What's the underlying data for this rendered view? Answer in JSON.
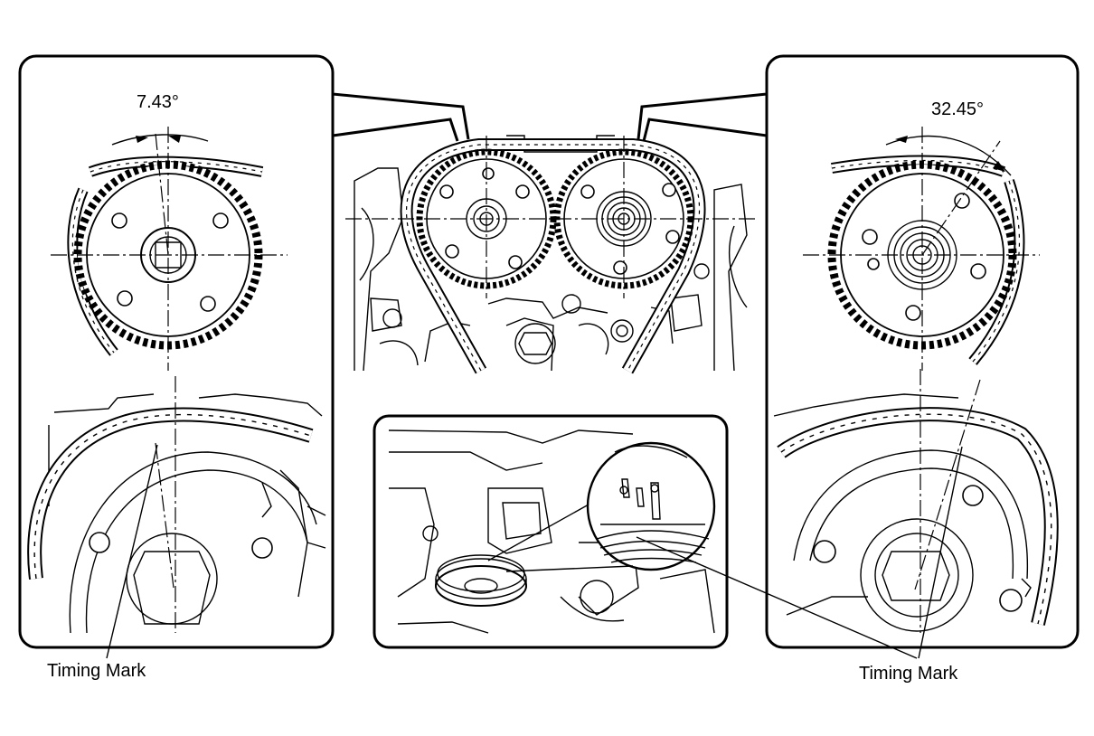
{
  "angles": {
    "left": "7.43°",
    "right": "32.45°"
  },
  "labels": {
    "timing_mark_left": "Timing Mark",
    "timing_mark_right": "Timing Mark"
  }
}
